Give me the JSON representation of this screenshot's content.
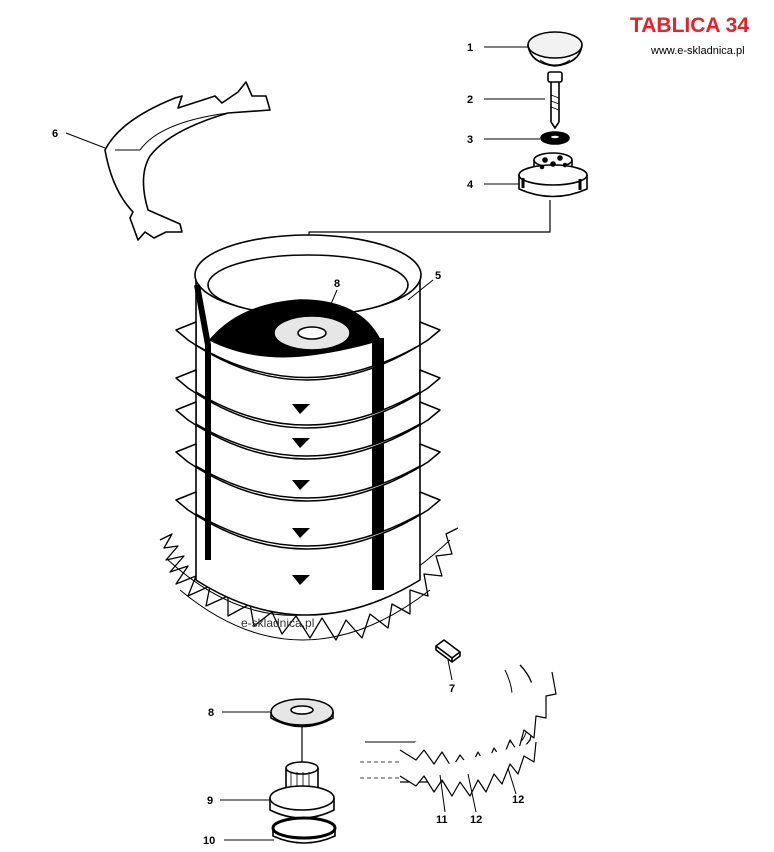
{
  "header": {
    "title": "TABLICA 34",
    "website": "www.e-skladnica.pl"
  },
  "watermark": "e-skladnica.pl",
  "colors": {
    "title": "#e8202a",
    "ink": "#000000"
  },
  "callouts": [
    {
      "id": "1",
      "text": "1"
    },
    {
      "id": "2",
      "text": "2"
    },
    {
      "id": "3",
      "text": "3"
    },
    {
      "id": "4",
      "text": "4"
    },
    {
      "id": "5",
      "text": "5"
    },
    {
      "id": "6",
      "text": "6"
    },
    {
      "id": "7",
      "text": "7"
    },
    {
      "id": "8a",
      "text": "8"
    },
    {
      "id": "8b",
      "text": "8"
    },
    {
      "id": "9",
      "text": "9"
    },
    {
      "id": "10",
      "text": "10"
    },
    {
      "id": "11",
      "text": "11"
    },
    {
      "id": "12a",
      "text": "12"
    },
    {
      "id": "12b",
      "text": "12"
    }
  ]
}
